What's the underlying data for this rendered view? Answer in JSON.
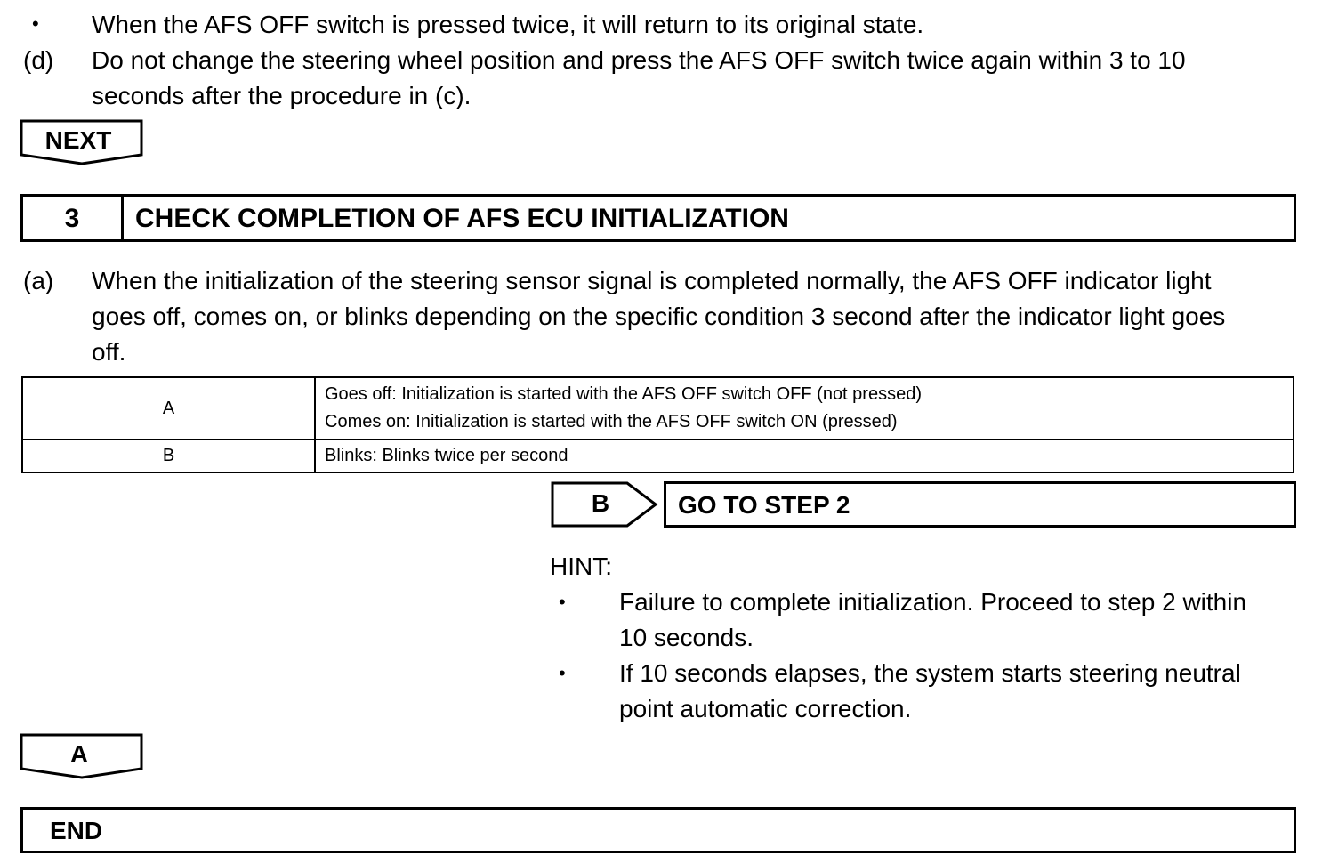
{
  "intro": {
    "bullet_symbol": "•",
    "bullet_text": "When the AFS OFF switch is pressed twice, it will return to its original state.",
    "d_marker": "(d)",
    "d_line1": "Do not change the steering wheel position and press the AFS OFF switch twice again within 3 to 10",
    "d_line2": "seconds after the procedure in (c)."
  },
  "next_label": "NEXT",
  "step": {
    "number": "3",
    "title": "CHECK COMPLETION OF AFS ECU INITIALIZATION"
  },
  "item_a": {
    "marker": "(a)",
    "line1": "When the initialization of the steering sensor signal is completed normally, the AFS OFF indicator light",
    "line2": "goes off, comes on, or blinks depending on the specific condition 3 second after the indicator light goes",
    "line3": "off."
  },
  "result_table": {
    "rows": [
      {
        "label": "A",
        "lines": [
          "Goes off: Initialization is started with the AFS OFF switch OFF (not pressed)",
          "Comes on: Initialization is started with the AFS OFF switch ON (pressed)"
        ]
      },
      {
        "label": "B",
        "lines": [
          "Blinks: Blinks twice per second"
        ]
      }
    ]
  },
  "branch_b": {
    "label": "B",
    "action": "GO TO STEP 2"
  },
  "hint": {
    "title": "HINT:",
    "bullet_symbol": "•",
    "items": [
      {
        "line1": "Failure to complete initialization. Proceed to step 2 within",
        "line2": "10 seconds."
      },
      {
        "line1": "If 10 seconds elapses, the system starts steering neutral",
        "line2": "point automatic correction."
      }
    ]
  },
  "branch_a_label": "A",
  "end_label": "END"
}
